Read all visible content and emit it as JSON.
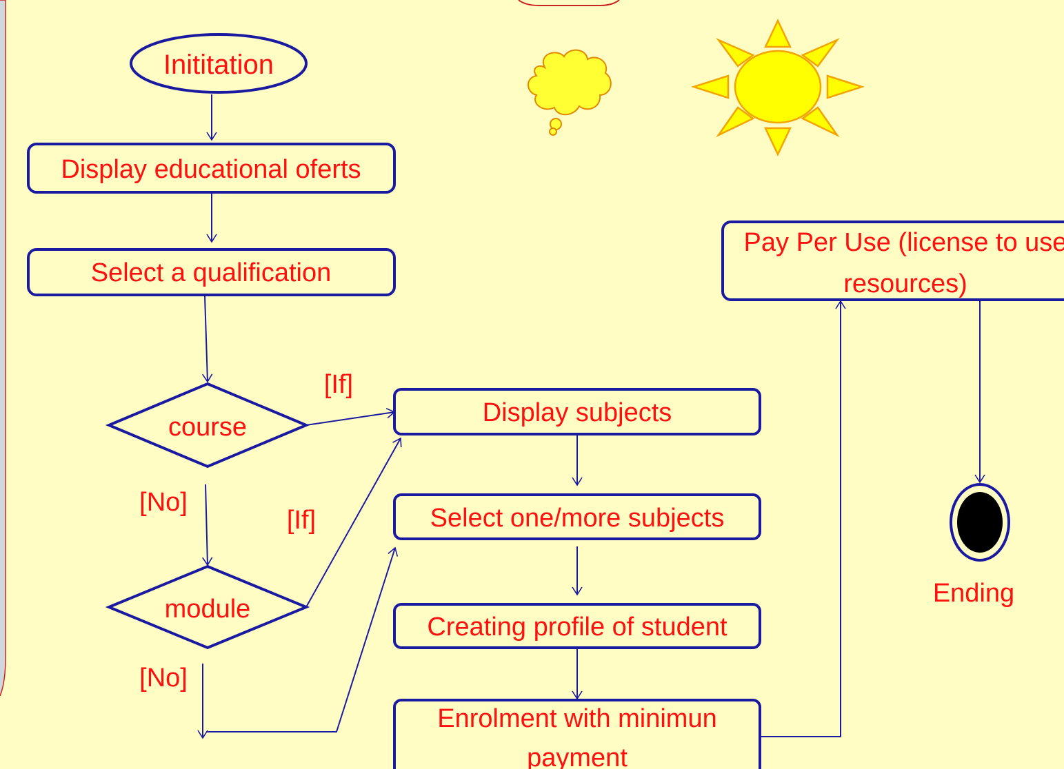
{
  "nodes": {
    "start": "Inititation",
    "display_offers": "Display educational oferts",
    "select_qualification": "Select a qualification",
    "decision_course": "course",
    "decision_module": "module",
    "display_subjects": "Display subjects",
    "select_subjects": "Select one/more subjects",
    "create_profile": "Creating profile of student",
    "enrolment_line1": "Enrolment with minimun",
    "enrolment_line2": "payment",
    "pay_per_use_line1": "Pay Per Use (license to use",
    "pay_per_use_line2": "resources)",
    "end": "Ending"
  },
  "guards": {
    "course_yes": "[If]",
    "course_no": "[No]",
    "module_yes": "[If]",
    "module_no": "[No]"
  },
  "icons": [
    "thought-cloud-icon",
    "sun-icon"
  ],
  "colors": {
    "background": "#fffdc4",
    "stroke": "#1a1aa0",
    "text": "#ff1010",
    "sun_fill": "#ffff00",
    "sun_stroke": "#f2a400",
    "end_fill": "#000000"
  }
}
